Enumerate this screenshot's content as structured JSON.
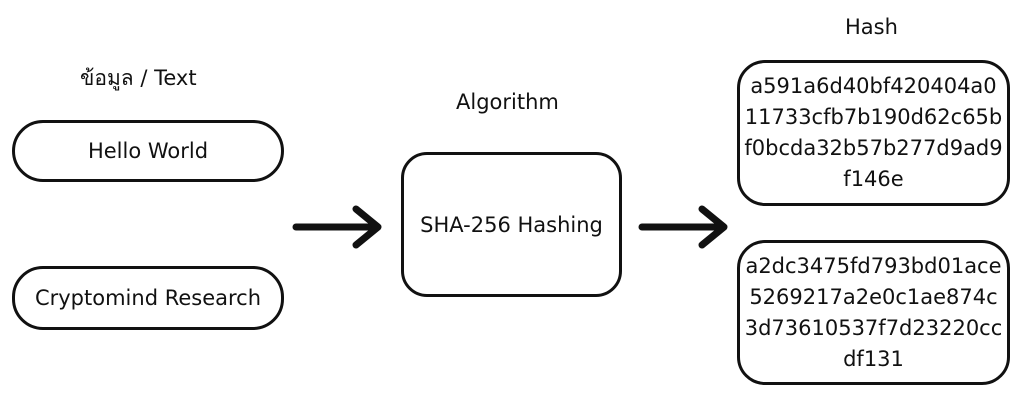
{
  "labels": {
    "input_title": "ข้อมูล / Text",
    "algorithm_title": "Algorithm",
    "output_title": "Hash"
  },
  "inputs": [
    {
      "text": "Hello World"
    },
    {
      "text": "Cryptomind Research"
    }
  ],
  "algorithm": {
    "text": "SHA-256 Hashing"
  },
  "outputs": [
    {
      "hash": "a591a6d40bf420404a011733cfb7b190d62c65bf0bcda32b57b277d9ad9f146e"
    },
    {
      "hash": "a2dc3475fd793bd01ace5269217a2e0c1ae874c3d73610537f7d23220ccdf131"
    }
  ]
}
